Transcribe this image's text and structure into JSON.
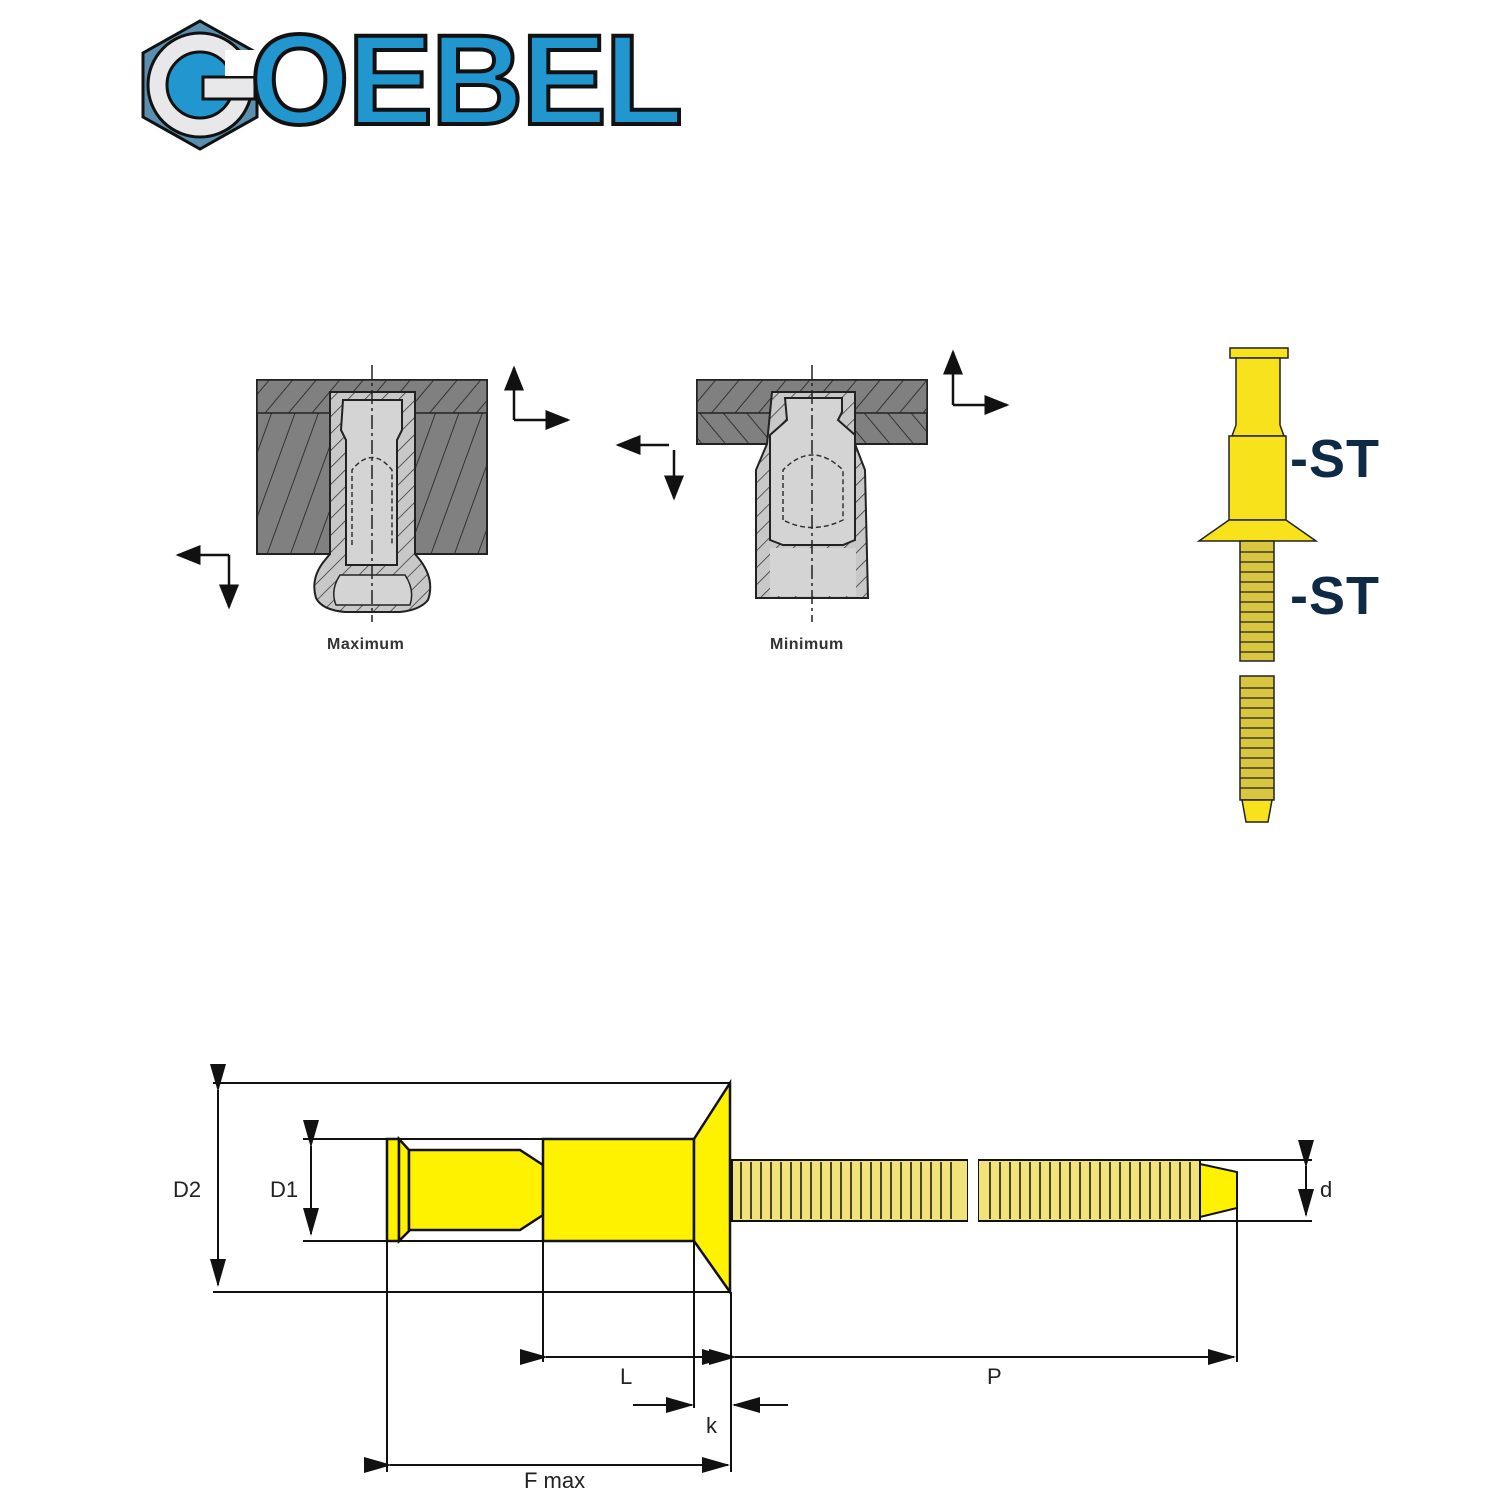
{
  "logo": {
    "brand": "GOEBEL",
    "first_letter": "G",
    "rest": "OEBEL",
    "colors": {
      "blue": "#2196cf",
      "hexagon": "#5a8fb0",
      "outline": "#111111",
      "g_fill": "#e8e8ea"
    }
  },
  "installation": {
    "maximum": {
      "caption": "Maximum"
    },
    "minimum": {
      "caption": "Minimum"
    }
  },
  "product_side": {
    "labels": [
      "-ST",
      "-ST"
    ],
    "label_color": "#0e2a45",
    "body_color": "#f7e21b"
  },
  "dimension_drawing": {
    "labels": {
      "D2": "D2",
      "D1": "D1",
      "d": "d",
      "L": "L",
      "P": "P",
      "k": "k",
      "F": "F max"
    },
    "rivet_color": "#fff200"
  }
}
